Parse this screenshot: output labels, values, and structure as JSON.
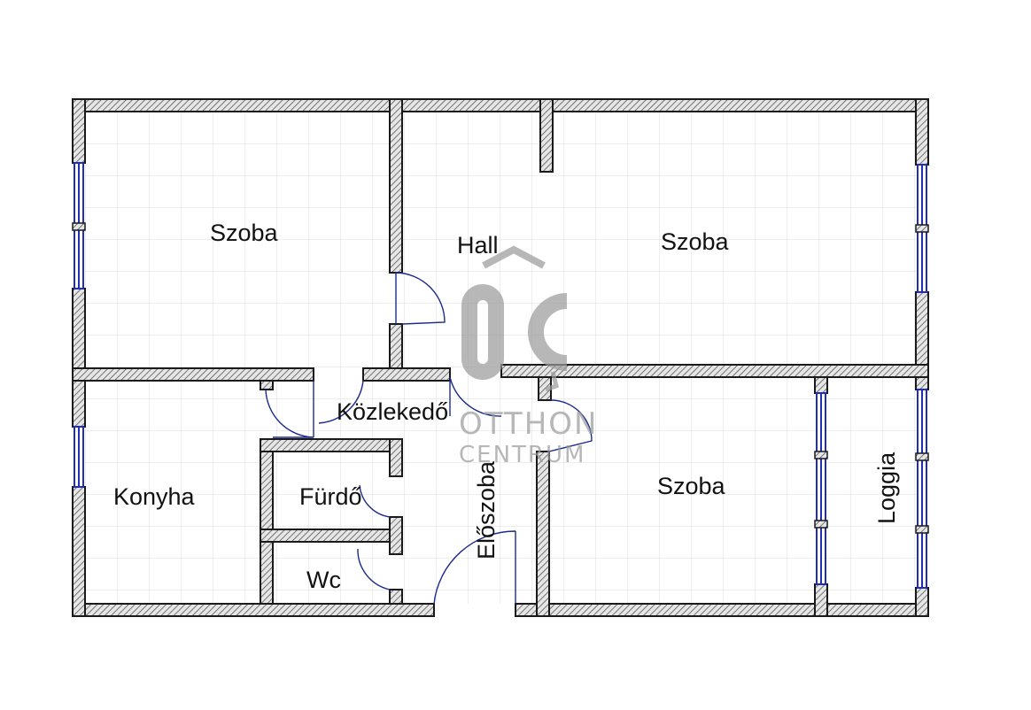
{
  "colors": {
    "wall_outline": "#1a1a1a",
    "grid": "#dcdcdc",
    "window": "#1f2fb8",
    "door": "#1c2a8c",
    "watermark": "#9a9a9a"
  },
  "rooms": [
    {
      "id": "szoba-top-left",
      "label": "Szoba"
    },
    {
      "id": "hall",
      "label": "Hall"
    },
    {
      "id": "szoba-top-right",
      "label": "Szoba"
    },
    {
      "id": "kozlekedo",
      "label": "Közlekedő"
    },
    {
      "id": "konyha",
      "label": "Konyha"
    },
    {
      "id": "furdo",
      "label": "Fürdő"
    },
    {
      "id": "wc",
      "label": "Wc"
    },
    {
      "id": "eloszoba",
      "label": "Előszoba"
    },
    {
      "id": "szoba-bottom-right",
      "label": "Szoba"
    },
    {
      "id": "loggia",
      "label": "Loggia"
    }
  ],
  "watermark": {
    "logo_icon": "oc-house-logo-icon",
    "line1": "OTTHON",
    "line2": "CENTRUM"
  }
}
